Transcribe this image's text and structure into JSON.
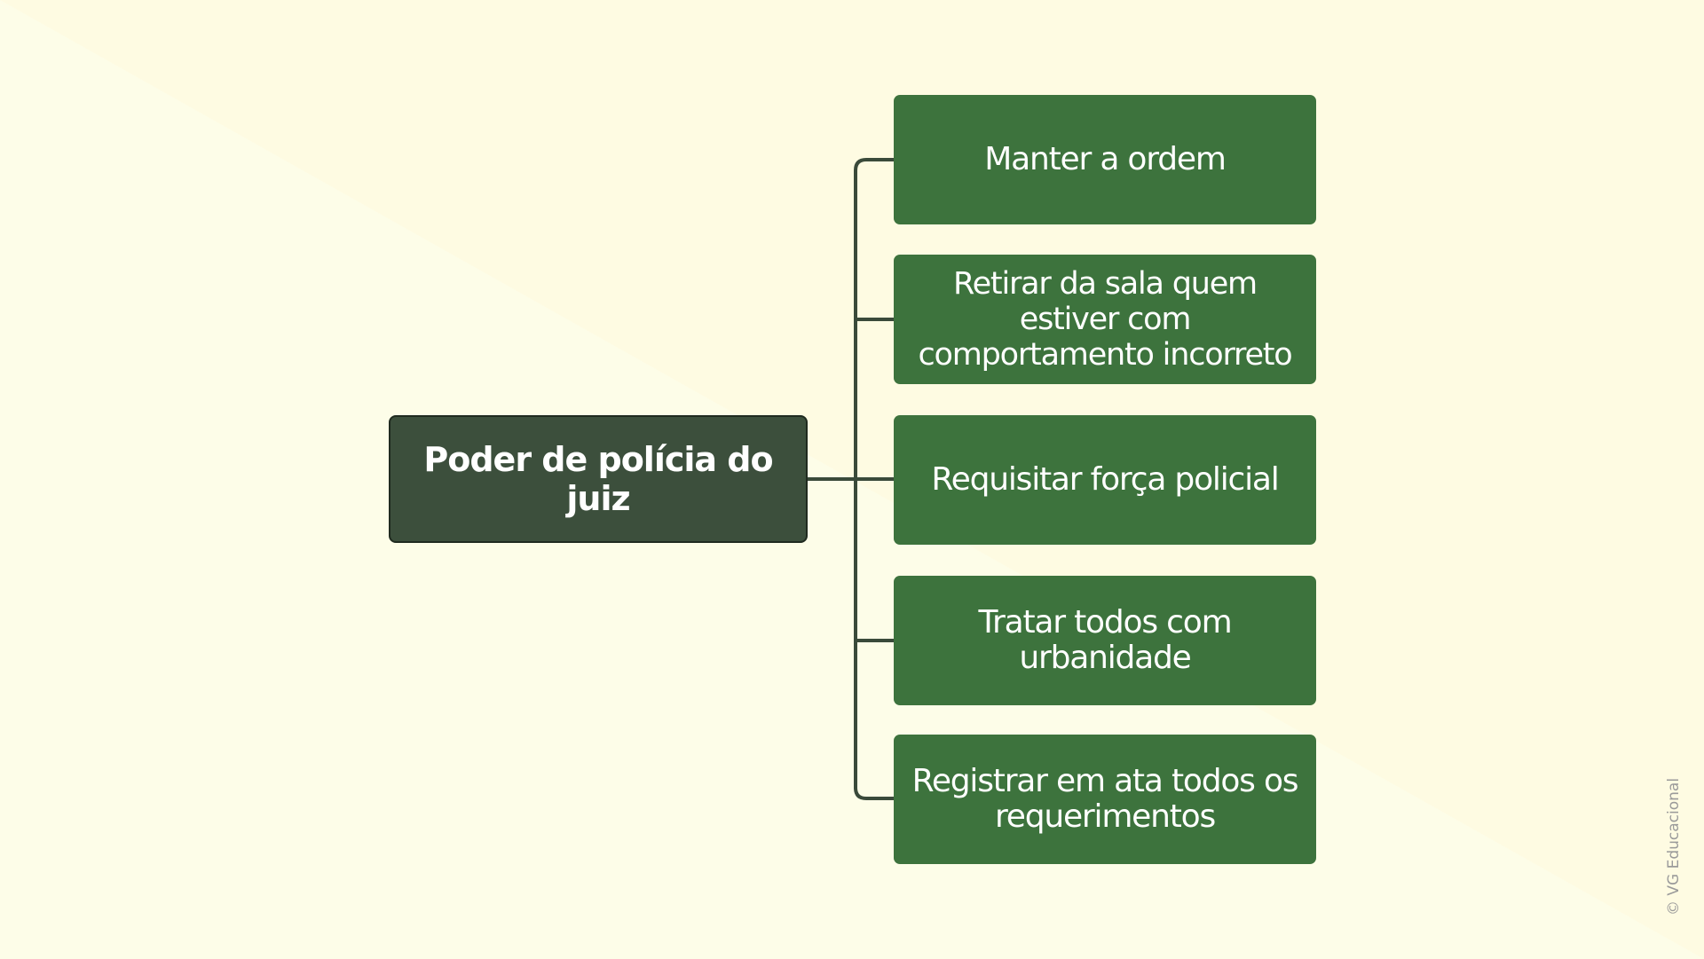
{
  "diagram": {
    "root": {
      "label": "Poder de polícia do juiz"
    },
    "children": [
      {
        "label": "Manter a ordem"
      },
      {
        "label": "Retirar da sala quem estiver com comportamento incorreto"
      },
      {
        "label": "Requisitar força policial"
      },
      {
        "label": "Tratar todos com urbanidade"
      },
      {
        "label": "Registrar em ata todos os requerimentos"
      }
    ]
  },
  "footer": {
    "copyright": "© VG Educacional"
  },
  "colors": {
    "background": "#fdfde6",
    "root_fill": "#3c4f3c",
    "leaf_fill": "#3d733d",
    "connector": "#3a4a3a",
    "text": "#ffffff"
  }
}
